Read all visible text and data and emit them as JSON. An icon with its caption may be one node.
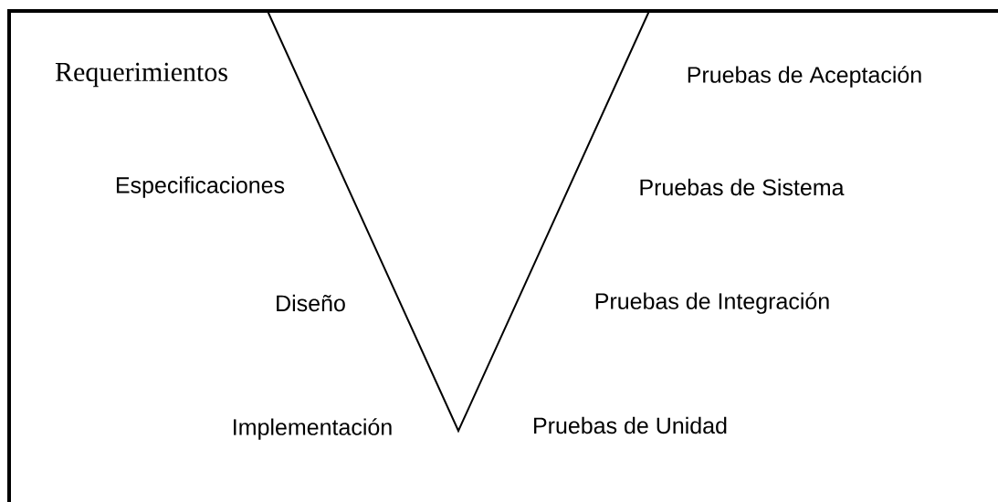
{
  "diagram": {
    "labels": [
      "Requerimientos",
      "Pruebas de Aceptación",
      "Especificaciones",
      "Pruebas de Sistema",
      "Diseño",
      "Pruebas de Integración",
      "Implementación",
      "Pruebas de Unidad"
    ]
  }
}
